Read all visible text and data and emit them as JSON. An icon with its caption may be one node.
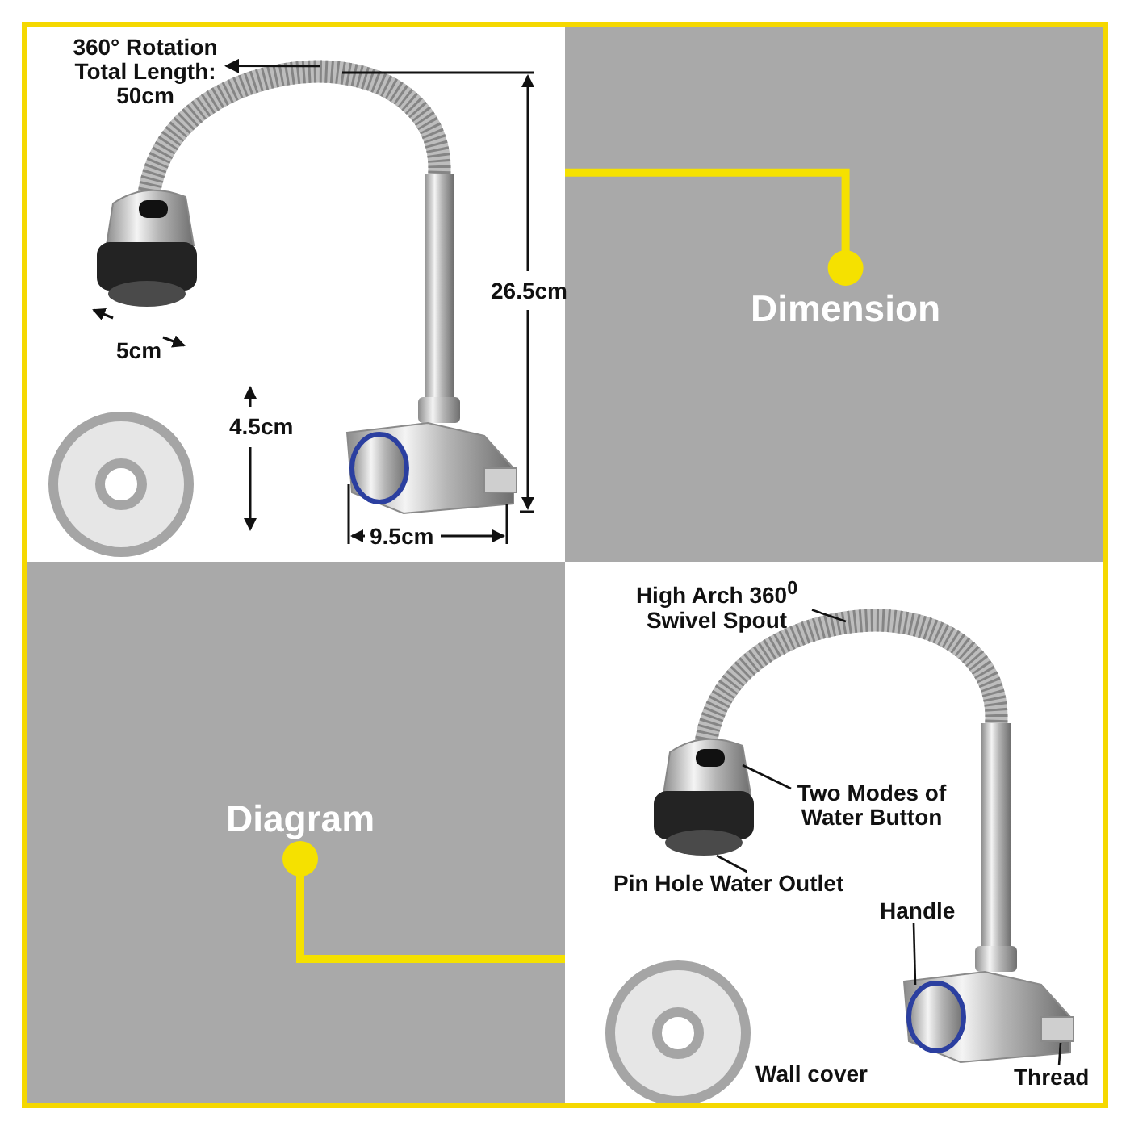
{
  "diagram": {
    "nodes": [
      {
        "text": [],
        "shape": "box"
      },
      {
        "text": [
          "360° Rotation Total Length: 50cm"
        ],
        "in": 0
      },
      {
        "text": [
          "Dimension"
        ]
      },
      {
        "text": [],
        "shape": "box"
      },
      {
        "text": [
          "High Arch 360$^{0}$ Swivel Spout"
        ],
        "in": 3
      },
      {
        "text": [
          "Two Modes of Water Button"
        ],
        "in": 3
      },
      {
        "text": [
          "Pin Hole Water Outlet"
        ],
        "in": 3
      },
      {
        "text": [
          "Handle"
        ],
        "in": 3
      },
      {
        "text": [
          "Thread"
        ],
        "in": 3
      },
      {
        "text": [
          "Diagram"
        ]
      }
    ],
    "edges": [
      {
        "from": null,
        "to": 1,
        "arrow": "to"
      },
      {
        "from": 2,
        "to": 0,
        "arrow": "other",
        "style": "thick",
        "color": "#f5e100"
      },
      {
        "from": 4,
        "to": null,
        "arrow": "none"
      },
      {
        "from": 5,
        "to": null,
        "arrow": "none"
      },
      {
        "from": 6,
        "to": null,
        "arrow": "none"
      },
      {
        "from": 7,
        "to": null,
        "arrow": "none"
      },
      {
        "from": 8,
        "to": null,
        "arrow": "none"
      },
      {
        "from": 9,
        "to": 3,
        "arrow": "other",
        "style": "thick",
        "color": "#f5e100"
      }
    ],
    "labels": [
      "26.5cm",
      "5cm",
      "4.5cm",
      "9.5cm",
      "Wall cover"
    ]
  }
}
